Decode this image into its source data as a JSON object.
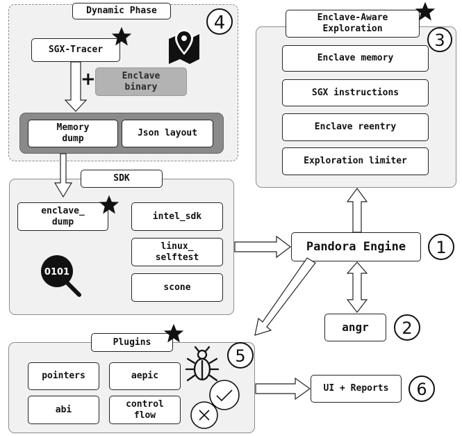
{
  "dynamic_phase": {
    "title": "Dynamic Phase",
    "number": "4",
    "sgx_tracer": "SGX-Tracer",
    "plus": "+",
    "enclave_binary": "Enclave\nbinary",
    "memory_dump": "Memory\ndump",
    "json_layout": "Json layout"
  },
  "exploration": {
    "title": "Enclave-Aware\nExploration",
    "number": "3",
    "items": [
      "Enclave memory",
      "SGX instructions",
      "Enclave reentry",
      "Exploration limiter"
    ]
  },
  "sdk": {
    "title": "SDK",
    "enclave_dump": "enclave_\ndump",
    "intel_sdk": "intel_sdk",
    "linux_selftest": "linux_\nselftest",
    "scone": "scone",
    "binary_icon_text": "0101"
  },
  "engine": {
    "label": "Pandora Engine",
    "number": "1"
  },
  "angr": {
    "label": "angr",
    "number": "2"
  },
  "plugins": {
    "title": "Plugins",
    "number": "5",
    "items": [
      "pointers",
      "aepic",
      "abi",
      "control\nflow"
    ]
  },
  "ui": {
    "label": "UI + Reports",
    "number": "6"
  },
  "colors": {
    "panel": "#f1f1f1",
    "dark": "#8a8a8a",
    "border": "#222222",
    "star": "#111111"
  },
  "icons": [
    "star-icon",
    "map-pin-icon",
    "binary-search-icon",
    "bug-icon",
    "check-icon",
    "cross-icon"
  ]
}
